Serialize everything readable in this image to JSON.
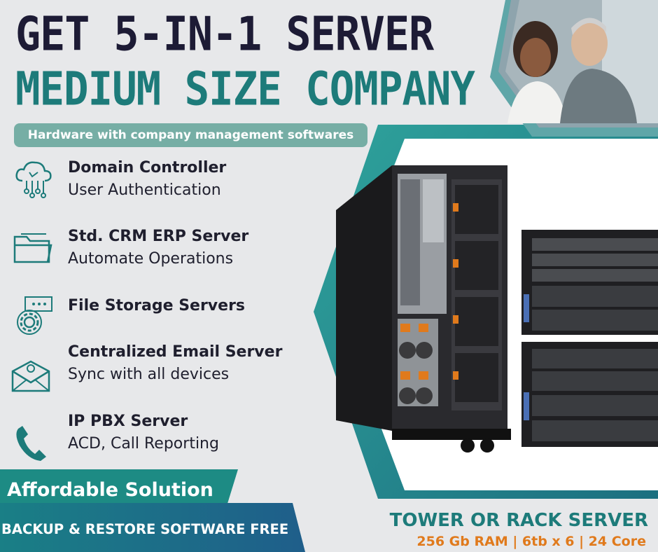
{
  "headline": {
    "line1": "GET 5-IN-1 SERVER",
    "line2": "MEDIUM SIZE COMPANY"
  },
  "tagline": "Hardware with company management  softwares",
  "features": [
    {
      "title": "Domain Controller",
      "subtitle": "User Authentication",
      "icon": "cloud-network-icon"
    },
    {
      "title": "Std. CRM ERP Server",
      "subtitle": "Automate Operations",
      "icon": "folder-icon"
    },
    {
      "title": "File Storage Servers",
      "subtitle": "",
      "icon": "gear-settings-icon"
    },
    {
      "title": "Centralized Email Server",
      "subtitle": "Sync with all devices",
      "icon": "email-envelope-icon"
    },
    {
      "title": "IP PBX Server",
      "subtitle": "ACD, Call Reporting",
      "icon": "phone-icon"
    }
  ],
  "banners": {
    "affordable": "Affordable Solution",
    "backup": "BACKUP & RESTORE SOFTWARE FREE"
  },
  "product": {
    "type": "TOWER OR RACK SERVER",
    "specs": "256 Gb RAM | 6tb x 6 | 24 Core"
  },
  "colors": {
    "navy": "#1d1b35",
    "teal": "#1d7b7a",
    "teal_light": "#76aea5",
    "orange": "#e07a1c",
    "background": "#e7e8ea"
  }
}
